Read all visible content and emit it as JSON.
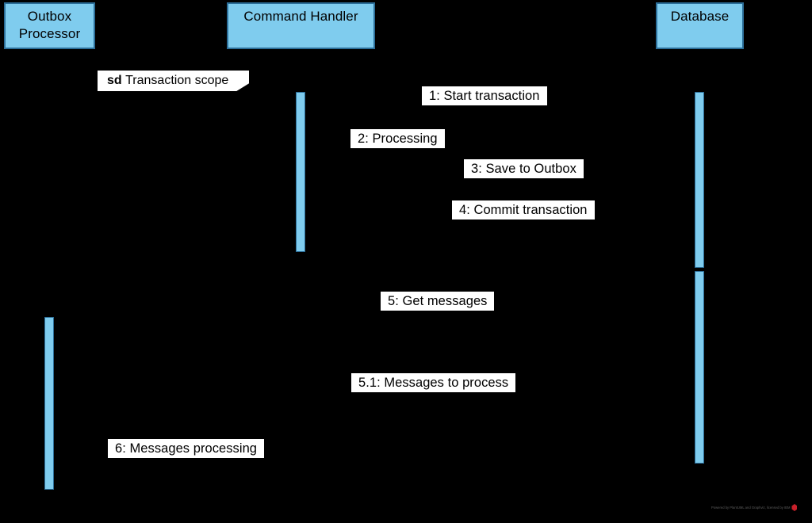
{
  "diagram": {
    "type": "uml-sequence-diagram",
    "background_color": "#000000",
    "participant_fill": "#7FCCEE",
    "participant_border": "#2B6E99",
    "label_fill": "#FFFFFF",
    "label_text_color": "#000000"
  },
  "participants": [
    {
      "id": "outbox",
      "name": "Outbox\nProcessor",
      "line1": "Outbox",
      "line2": "Processor"
    },
    {
      "id": "handler",
      "name": "Command Handler",
      "line1": "Command Handler",
      "line2": ""
    },
    {
      "id": "database",
      "name": "Database",
      "line1": "Database",
      "line2": ""
    }
  ],
  "frame": {
    "keyword": "sd",
    "title": "Transaction scope"
  },
  "messages": [
    {
      "num": "1",
      "text": "1: Start transaction"
    },
    {
      "num": "2",
      "text": "2: Processing"
    },
    {
      "num": "3",
      "text": "3: Save to Outbox"
    },
    {
      "num": "4",
      "text": "4: Commit transaction"
    },
    {
      "num": "5",
      "text": "5: Get messages"
    },
    {
      "num": "5.1",
      "text": "5.1: Messages to process"
    },
    {
      "num": "6",
      "text": "6: Messages processing"
    }
  ],
  "watermark": {
    "text": "Powered by PlantUML and Graphviz, licensed by IBM",
    "logo_color": "#C8202A"
  }
}
